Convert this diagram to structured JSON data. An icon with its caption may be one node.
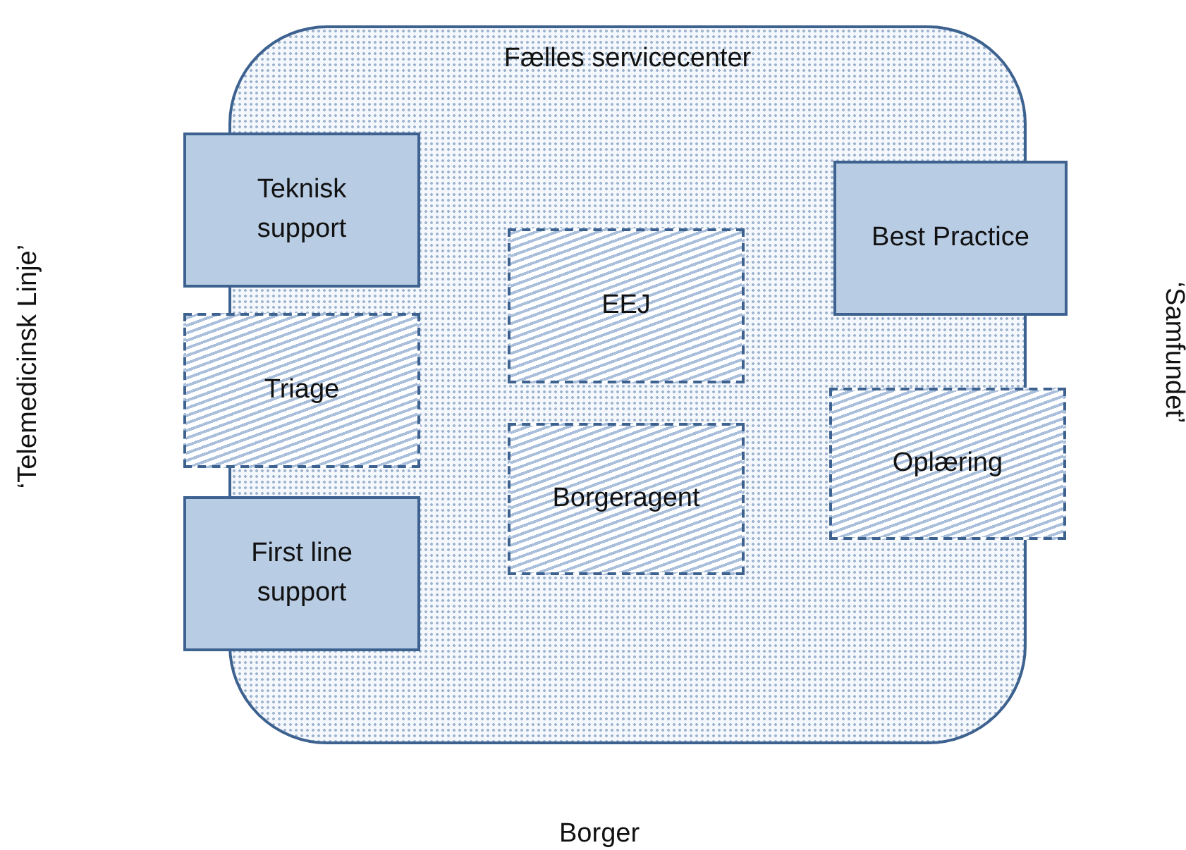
{
  "diagram": {
    "nodes": [
      {
        "text": [
          "Fælles servicecenter"
        ]
      },
      {
        "text": [
          "Teknisk support"
        ]
      },
      {
        "text": [
          "Triage"
        ]
      },
      {
        "text": [
          "First line support"
        ]
      },
      {
        "text": [
          "EEJ"
        ],
        "in": 0
      },
      {
        "text": [
          "Borgeragent"
        ],
        "in": 0
      },
      {
        "text": [
          "Best Practice"
        ]
      },
      {
        "text": [
          "Oplæring"
        ]
      }
    ],
    "labels": [
      "‘Telemedicinsk Linje’",
      "‘Samfundet’",
      "Borger"
    ]
  }
}
